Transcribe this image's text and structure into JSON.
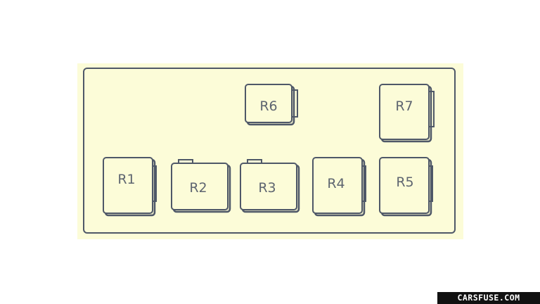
{
  "relays": [
    {
      "id": "r6",
      "label": "R6"
    },
    {
      "id": "r7",
      "label": "R7"
    },
    {
      "id": "r1",
      "label": "R1"
    },
    {
      "id": "r2",
      "label": "R2"
    },
    {
      "id": "r3",
      "label": "R3"
    },
    {
      "id": "r4",
      "label": "R4"
    },
    {
      "id": "r5",
      "label": "R5"
    }
  ],
  "watermark": "CARSFUSE.COM",
  "colors": {
    "panel_fill": "#fcfcd8",
    "outline": "#4f5868",
    "label_text": "#5e6570",
    "watermark_bg": "#111111",
    "watermark_text": "#ffffff"
  }
}
